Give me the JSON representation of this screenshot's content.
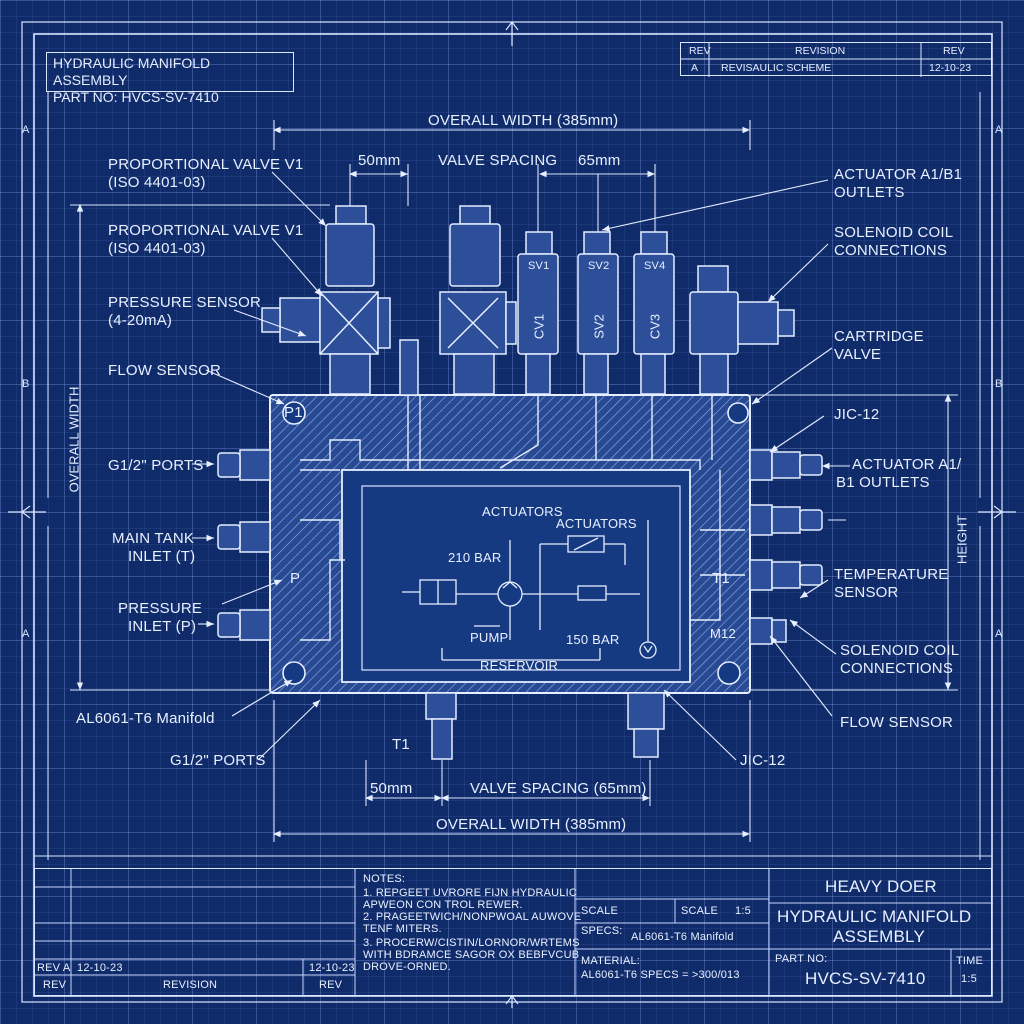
{
  "title_block_top": {
    "line1": "HYDRAULIC MANIFOLD ASSEMBLY",
    "line2": "PART NO: HVCS-SV-7410"
  },
  "revision_table": {
    "headers": [
      "REV",
      "REVISION",
      "REV"
    ],
    "row": [
      "A",
      "REVISAULIC SCHEME",
      "12-10-23"
    ]
  },
  "border_refs": [
    "A",
    "B",
    "A"
  ],
  "labels": {
    "overall_width_top": "OVERALL WIDTH (385mm)",
    "dim_50": "50mm",
    "valve_spacing": "VALVE SPACING",
    "dim_65": "65mm",
    "prop_valve_1a": "PROPORTIONAL VALVE V1",
    "prop_valve_1b": "(ISO 4401-03)",
    "prop_valve_2a": "PROPORTIONAL VALVE V1",
    "prop_valve_2b": "(ISO 4401-03)",
    "pressure_sensor_a": "PRESSURE SENSOR",
    "pressure_sensor_b": "(4-20mA)",
    "flow_sensor_left": "FLOW SENSOR",
    "g12_ports_left": "G1/2\" PORTS",
    "main_tank_a": "MAIN TANK",
    "main_tank_b": "INLET (T)",
    "pressure_inlet_a": "PRESSURE",
    "pressure_inlet_b": "INLET (P)",
    "al_manifold": "AL6061-T6 Manifold",
    "g12_ports_bottom": "G1/2\" PORTS",
    "actuator_outlets_top_a": "ACTUATOR A1/B1",
    "actuator_outlets_top_b": "OUTLETS",
    "solenoid_top_a": "SOLENOID COIL",
    "solenoid_top_b": "CONNECTIONS",
    "cartridge_a": "CARTRIDGE",
    "cartridge_b": "VALVE",
    "jic12_right": "JIC-12",
    "actuator_right_a": "ACTUATOR A1/",
    "actuator_right_b": "B1 OUTLETS",
    "temperature_a": "TEMPERATURE",
    "temperature_b": "SENSOR",
    "solenoid_right_a": "SOLENOID COIL",
    "solenoid_right_b": "CONNECTIONS",
    "flow_sensor_right": "FLOW SENSOR",
    "jic12_bottom": "JIC-12",
    "overall_width_side": "OVERALL WIDTH",
    "height": "HEIGHT",
    "dim_50_bottom": "50mm",
    "valve_spacing_bottom": "VALVE SPACING (65mm)",
    "overall_width_bottom": "OVERALL WIDTH (385mm)",
    "t1_bottom": "T1",
    "t1_right": "T1",
    "m12": "M12",
    "p1": "P1",
    "p": "P"
  },
  "valve_tags": [
    "SV1",
    "SV2",
    "SV4"
  ],
  "valve_body_tags": [
    "CV1",
    "SV2",
    "CV3"
  ],
  "schematic": {
    "actuators_1": "ACTUATORS",
    "actuators_2": "ACTUATORS",
    "bar_210": "210 BAR",
    "pump": "PUMP",
    "bar_150": "150 BAR",
    "reservoir": "RESERVOIR"
  },
  "title_block": {
    "notes_title": "NOTES:",
    "notes": [
      "1. REPGEET UVRORE FIJN HYDRAULIC",
      "   APWEON CON TROL REWER.",
      "2. PRAGEETWICH/NONPWOAL AUWOVE",
      "   TENF MITERS.",
      "3. PROCERW/CISTIN/LORNOR/WRTEMS",
      "   WITH BDRAMCE SAGOR OX BEBFVCUB",
      "   DROVE-ORNED."
    ],
    "rev_a": "REV A",
    "date_left": "12-10-23",
    "date_mid": "12-10-23",
    "rev_left": "REV",
    "revision": "REVISION",
    "rev_mid": "REV",
    "scale_label": "SCALE",
    "scale_label2": "SCALE",
    "scale_value": "1:5",
    "specs_label": "SPECS:",
    "specs_value": "AL6061-T6 Manifold",
    "material_label": "MATERIAL:",
    "material_value": "AL6061-T6 SPECS = >300/013",
    "company": "HEAVY DOER",
    "drawing_title_1": "HYDRAULIC MANIFOLD",
    "drawing_title_2": "ASSEMBLY",
    "part_no_label": "PART NO:",
    "part_no": "HVCS-SV-7410",
    "time_label": "TIME",
    "time_value": "1:5"
  },
  "colors": {
    "background": "#102b6a",
    "line": "#dbe6ff",
    "body_fill": "#2d4f9a",
    "hatch": "#7f9ce0"
  }
}
